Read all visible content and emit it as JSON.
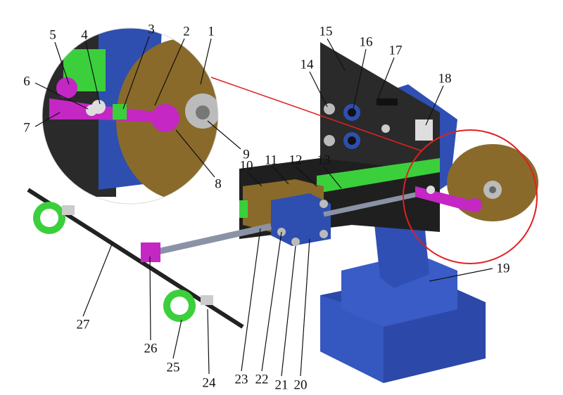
{
  "labels": [
    "1",
    "2",
    "3",
    "4",
    "5",
    "6",
    "7",
    "8",
    "9",
    "10",
    "11",
    "12",
    "13",
    "14",
    "15",
    "16",
    "17",
    "18",
    "19",
    "20",
    "21",
    "22",
    "23",
    "24",
    "25",
    "26",
    "27"
  ],
  "colors": {
    "blue": "#2e4fb0",
    "bronze": "#8a6a2a",
    "green": "#3ccf3c",
    "magenta": "#c427c4",
    "dark_panel": "#2a2a2a",
    "rod": "#8a93a6",
    "highlight_red": "#e02020"
  }
}
